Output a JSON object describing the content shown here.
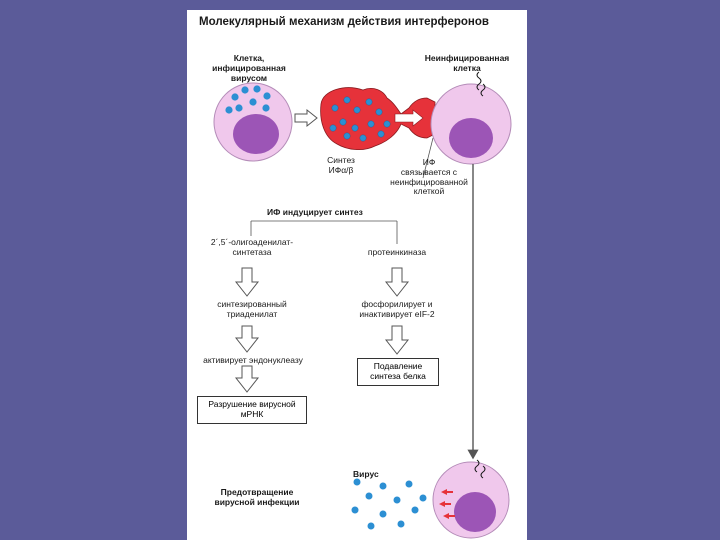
{
  "title": "Молекулярный механизм действия интерферонов",
  "infected_cell": {
    "line1": "Клетка,",
    "line2": "инфицированная вирусом"
  },
  "uninfected_cell": {
    "line1": "Неинфицированная",
    "line2": "клетка"
  },
  "synthesis": {
    "line1": "Синтез",
    "line2": "ИФα/β"
  },
  "binding": {
    "line1": "ИФ",
    "line2": "связывается с",
    "line3": "неинфицированной",
    "line4": "клеткой"
  },
  "induces": "ИФ индуцирует синтез",
  "left_branch": {
    "enzyme_line1": "2´,5´-олигоаденилат-",
    "enzyme_line2": "синтетаза",
    "product_line1": "синтезированный",
    "product_line2": "триаденилат",
    "activates": "активирует эндонуклеазу",
    "result_line1": "Разрушение вирусной",
    "result_line2": "мРНК"
  },
  "right_branch": {
    "enzyme": "протеинкиназа",
    "action_line1": "фосфорилирует и",
    "action_line2": "инактивирует eIF-2",
    "result_line1": "Подавление",
    "result_line2": "синтеза белка"
  },
  "virus_label": "Вирус",
  "prevention": {
    "line1": "Предотвращение",
    "line2": "вирусной инфекции"
  },
  "colors": {
    "background": "#5b5b99",
    "cell_outer": "#f0c8ec",
    "nucleus": "#9c55b6",
    "interferon_red": "#e6323a",
    "virus_blue": "#2c8fd3"
  }
}
